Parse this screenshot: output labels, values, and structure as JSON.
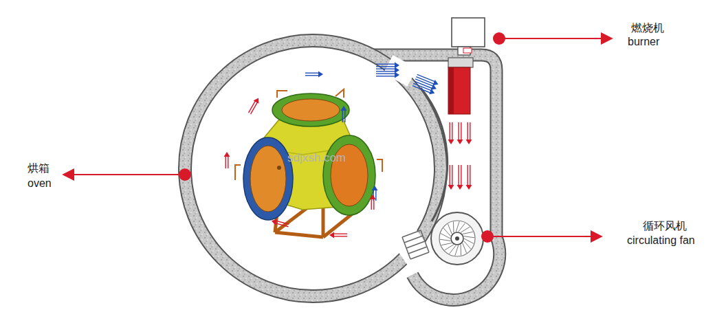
{
  "diagram": {
    "labels": [
      "燃烧机",
      "burner",
      "烘箱",
      "oven",
      "循环风机",
      "circulating fan",
      "sdjxsh.com"
    ]
  }
}
